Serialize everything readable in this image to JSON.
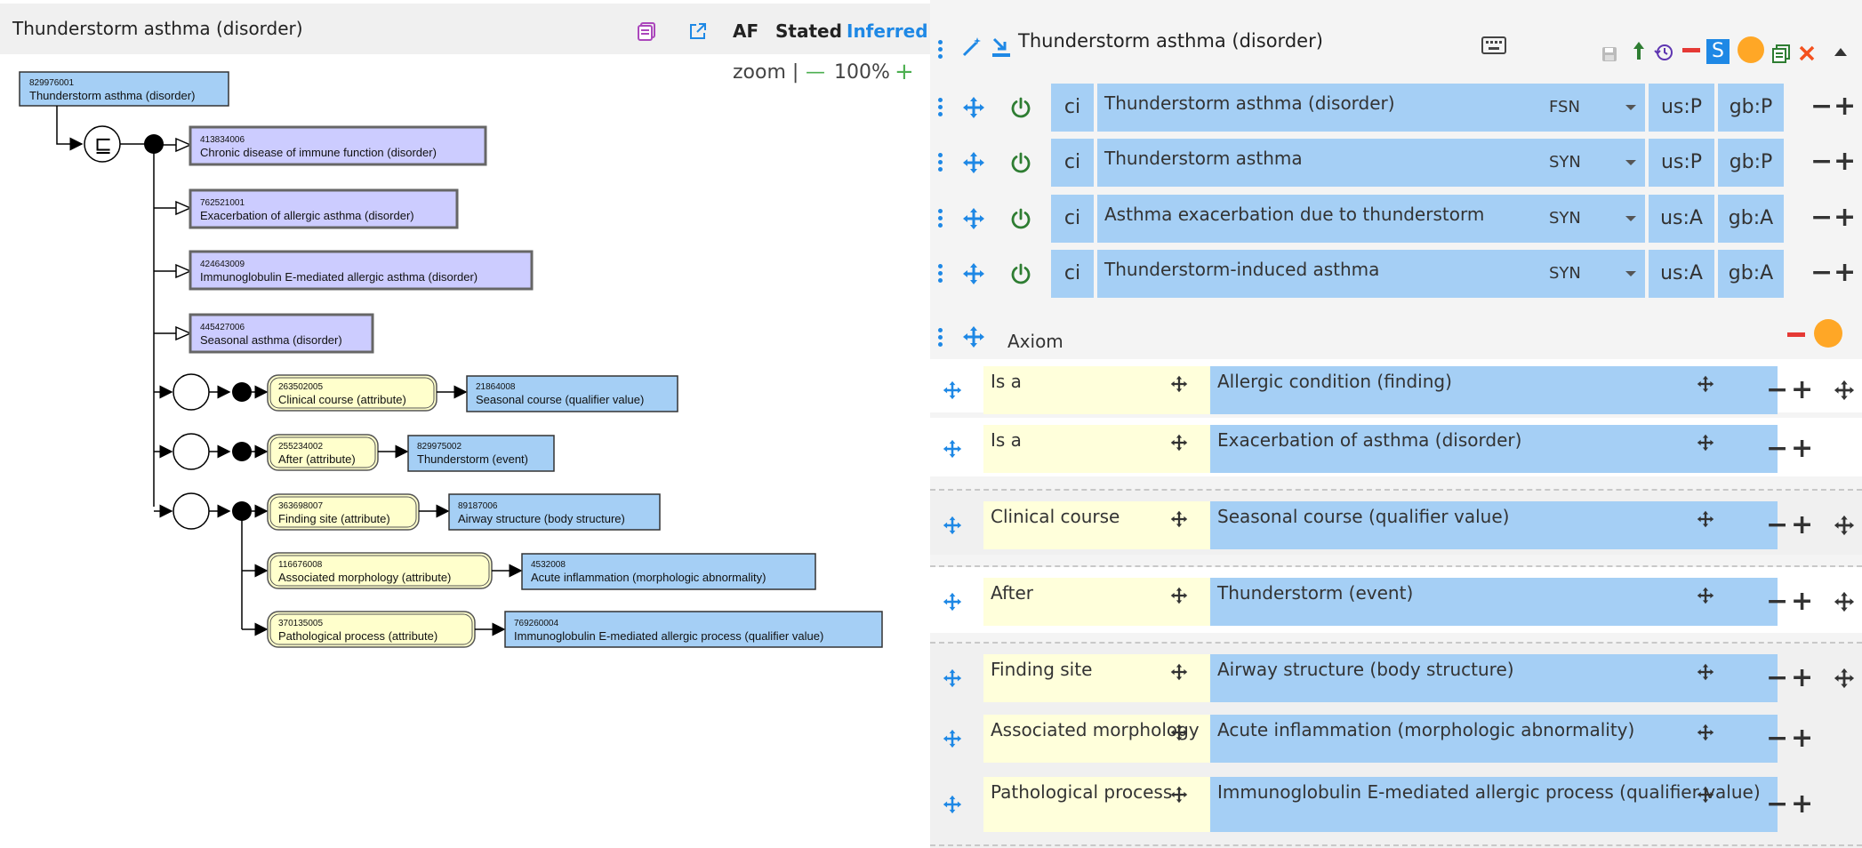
{
  "left_panel": {
    "title": "Thunderstorm asthma (disorder)",
    "buttons": {
      "af": "AF",
      "stated": "Stated",
      "inferred": "Inferred"
    },
    "zoom": {
      "label": "zoom |",
      "minus": "—",
      "value": "100%",
      "plus": "+"
    },
    "concept": {
      "id": "829976001",
      "label": "Thunderstorm asthma (disorder)"
    },
    "parents": [
      {
        "id": "413834006",
        "label": "Chronic disease of immune function (disorder)"
      },
      {
        "id": "762521001",
        "label": "Exacerbation of allergic asthma (disorder)"
      },
      {
        "id": "424643009",
        "label": "Immunoglobulin E-mediated allergic asthma (disorder)"
      },
      {
        "id": "445427006",
        "label": "Seasonal asthma (disorder)"
      }
    ],
    "groups": [
      {
        "attrs": [
          {
            "attr_id": "263502005",
            "attr": "Clinical course (attribute)",
            "val_id": "21864008",
            "val": "Seasonal course (qualifier value)"
          }
        ]
      },
      {
        "attrs": [
          {
            "attr_id": "255234002",
            "attr": "After (attribute)",
            "val_id": "829975002",
            "val": "Thunderstorm (event)"
          }
        ]
      },
      {
        "attrs": [
          {
            "attr_id": "363698007",
            "attr": "Finding site (attribute)",
            "val_id": "89187006",
            "val": "Airway structure (body structure)"
          },
          {
            "attr_id": "116676008",
            "attr": "Associated morphology (attribute)",
            "val_id": "4532008",
            "val": "Acute inflammation (morphologic abnormality)"
          },
          {
            "attr_id": "370135005",
            "attr": "Pathological process (attribute)",
            "val_id": "769260004",
            "val": "Immunoglobulin E-mediated allergic process (qualifier value)"
          }
        ]
      }
    ]
  },
  "right_panel": {
    "title": "Thunderstorm asthma (disorder)",
    "descriptions": [
      {
        "ci": "ci",
        "term": "Thunderstorm asthma (disorder)",
        "type": "FSN",
        "us": "us:P",
        "gb": "gb:P"
      },
      {
        "ci": "ci",
        "term": "Thunderstorm asthma",
        "type": "SYN",
        "us": "us:P",
        "gb": "gb:P"
      },
      {
        "ci": "ci",
        "term": "Asthma exacerbation due to thunderstorm",
        "type": "SYN",
        "us": "us:A",
        "gb": "gb:A"
      },
      {
        "ci": "ci",
        "term": "Thunderstorm-induced asthma",
        "type": "SYN",
        "us": "us:A",
        "gb": "gb:A"
      }
    ],
    "axiom_label": "Axiom",
    "relationships": [
      {
        "attr": "Is a",
        "value": "Allergic condition (finding)"
      },
      {
        "attr": "Is a",
        "value": "Exacerbation of asthma (disorder)"
      },
      {
        "attr": "Clinical course",
        "value": "Seasonal course (qualifier value)"
      },
      {
        "attr": "After",
        "value": "Thunderstorm (event)"
      },
      {
        "attr": "Finding site",
        "value": "Airway structure (body structure)"
      },
      {
        "attr": "Associated morphology",
        "value": "Acute inflammation (morphologic abnormality)"
      },
      {
        "attr": "Pathological process",
        "value": "Immunoglobulin E-mediated allergic process (qualifier value)"
      }
    ],
    "symbols": {
      "minus": "−",
      "plus": "+",
      "s_badge": "S"
    }
  },
  "colors": {
    "accent_blue": "#1e88e5",
    "concept_blue": "#a5cff5",
    "parent_purple": "#ccccff",
    "attr_yellow": "#ffffcc",
    "red": "#e53935",
    "orange": "#ffa726",
    "green": "#2e7d32"
  }
}
